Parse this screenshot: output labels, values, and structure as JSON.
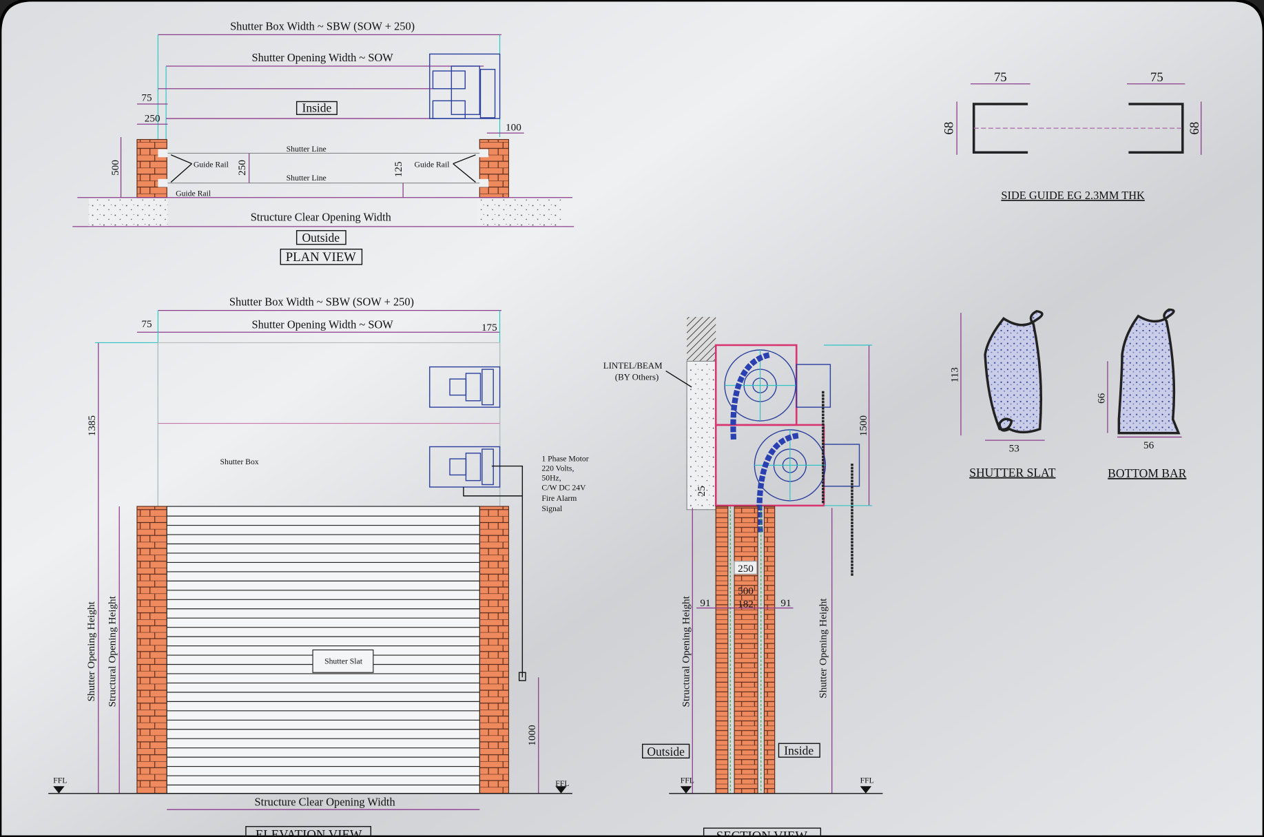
{
  "plan": {
    "title": "PLAN VIEW",
    "sbw": "Shutter Box Width ~ SBW (SOW + 250)",
    "sow": "Shutter Opening Width  ~ SOW",
    "inside": "Inside",
    "outside": "Outside",
    "scow": "Structure Clear Opening Width",
    "shutter_line": "Shutter Line",
    "guide_rail": "Guide Rail",
    "d75": "75",
    "d250": "250",
    "d100": "100",
    "d500": "500",
    "d250b": "250",
    "d125": "125"
  },
  "elevation": {
    "title": "ELEVATION VIEW",
    "sbw": "Shutter Box Width ~ SBW (SOW + 250)",
    "sow": "Shutter Opening Width  ~ SOW",
    "d75": "75",
    "d175": "175",
    "d1385": "1385",
    "d1000": "1000",
    "shutter_box": "Shutter Box",
    "motor": [
      "1 Phase Motor",
      "220 Volts,",
      "50Hz,",
      "C/W DC 24V",
      "Fire Alarm",
      "Signal"
    ],
    "shutter_slat": "Shutter Slat",
    "soh": "Shutter Opening Height",
    "stoh": "Structural Opening Height",
    "ffl": "FFL",
    "scow": "Structure Clear Opening Width"
  },
  "section": {
    "title": "SECTION VIEW",
    "lintel": "LINTEL/BEAM",
    "by_others": "(BY Others)",
    "d1500": "1500",
    "d25": "25",
    "d250": "250",
    "d500": "500",
    "d91": "91",
    "d182": "182",
    "outside": "Outside",
    "inside": "Inside",
    "stoh": "Structural Opening Height",
    "soh": "Shutter Opening Height",
    "ffl": "FFL"
  },
  "side_guide": {
    "title": "SIDE GUIDE EG 2.3MM THK",
    "d75": "75",
    "d68": "68"
  },
  "shutter_slat": {
    "title": "SHUTTER SLAT",
    "d113": "113",
    "d53": "53"
  },
  "bottom_bar": {
    "title": "BOTTOM BAR",
    "d66": "66",
    "d56": "56"
  },
  "colors": {
    "brick": "#ef8a5e",
    "dimension": "#8b3d8b",
    "extension": "#2fc4c4",
    "box": "#d8346f",
    "mechanism": "#2a3f9e"
  }
}
